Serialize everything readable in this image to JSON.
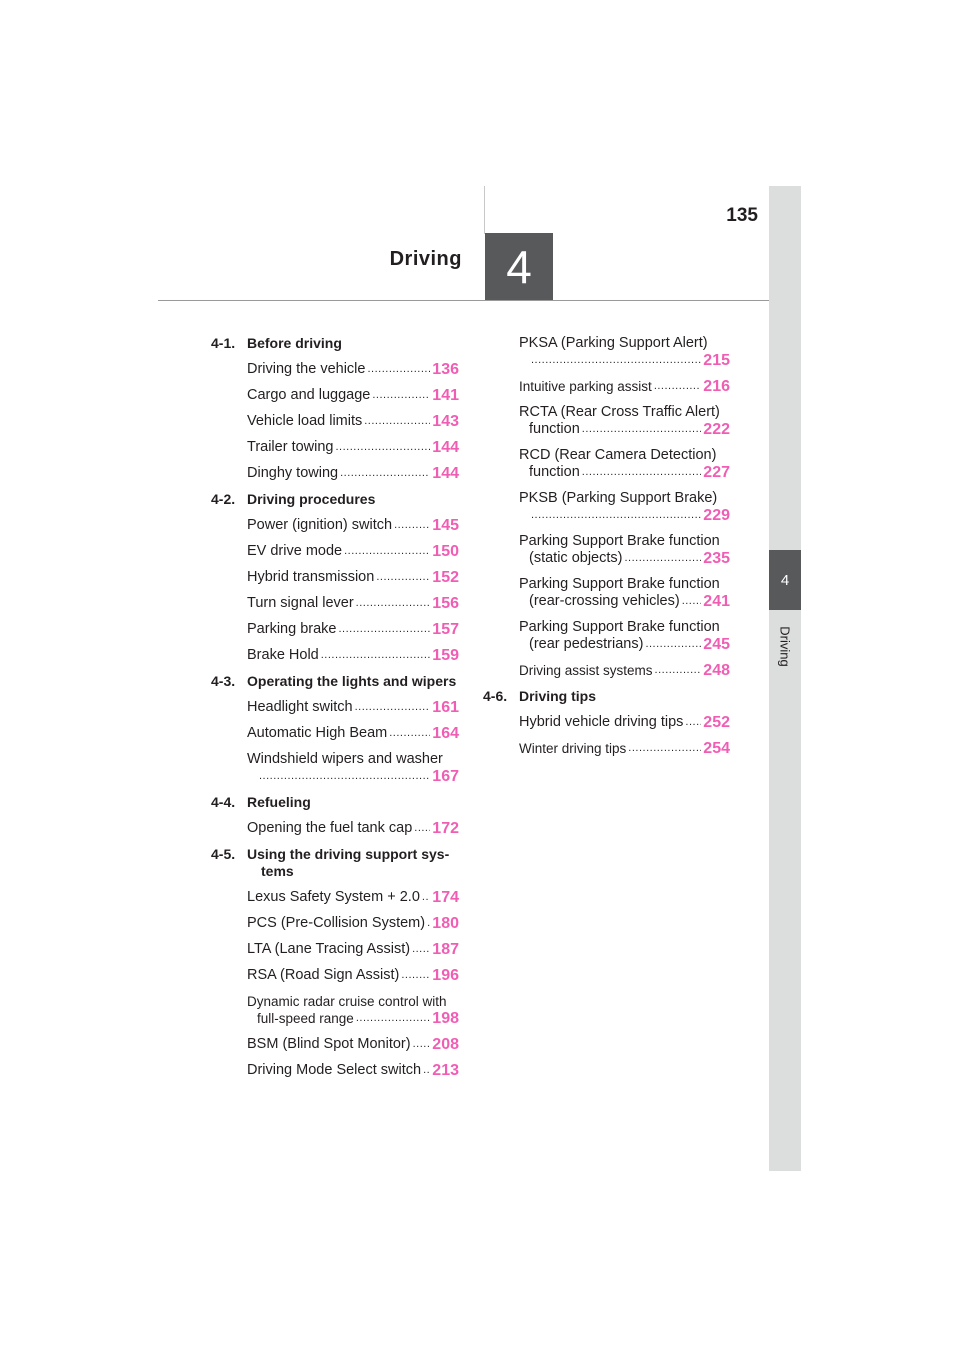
{
  "page": {
    "number": "135"
  },
  "chapter": {
    "number": "4",
    "title": "Driving"
  },
  "side_tab": {
    "number": "4",
    "label": "Driving"
  },
  "toc": {
    "s1": {
      "num": "4-1.",
      "title": "Before driving",
      "e1": {
        "text": "Driving the vehicle",
        "page": "136"
      },
      "e2": {
        "text": "Cargo and luggage",
        "page": "141"
      },
      "e3": {
        "text": "Vehicle load limits",
        "page": "143"
      },
      "e4": {
        "text": "Trailer towing",
        "page": "144"
      },
      "e5": {
        "text": "Dinghy towing",
        "page": "144"
      }
    },
    "s2": {
      "num": "4-2.",
      "title": "Driving procedures",
      "e1": {
        "text": "Power (ignition) switch",
        "page": "145"
      },
      "e2": {
        "text": "EV drive mode",
        "page": "150"
      },
      "e3": {
        "text": "Hybrid transmission",
        "page": "152"
      },
      "e4": {
        "text": "Turn signal lever",
        "page": "156"
      },
      "e5": {
        "text": "Parking brake",
        "page": "157"
      },
      "e6": {
        "text": "Brake Hold",
        "page": "159"
      }
    },
    "s3": {
      "num": "4-3.",
      "title": "Operating the lights and wipers",
      "e1": {
        "text": "Headlight switch",
        "page": "161"
      },
      "e2": {
        "text": "Automatic High Beam",
        "page": "164"
      },
      "e3": {
        "text": "Windshield wipers and washer",
        "page": "167"
      }
    },
    "s4": {
      "num": "4-4.",
      "title": "Refueling",
      "e1": {
        "text": "Opening the fuel tank cap",
        "page": "172"
      }
    },
    "s5": {
      "num": "4-5.",
      "title1": "Using the driving support sys-",
      "title2": "tems",
      "e1": {
        "text": "Lexus Safety System + 2.0",
        "page": "174"
      },
      "e2": {
        "text": "PCS (Pre-Collision System)",
        "page": "180"
      },
      "e3": {
        "text": "LTA (Lane Tracing Assist)",
        "page": "187"
      },
      "e4": {
        "text": "RSA (Road Sign Assist)",
        "page": "196"
      },
      "e5": {
        "text1": "Dynamic radar cruise control with",
        "text2": "full-speed range",
        "page": "198"
      },
      "e6": {
        "text": "BSM (Blind Spot Monitor)",
        "page": "208"
      },
      "e7": {
        "text": "Driving Mode Select switch",
        "page": "213"
      },
      "e8": {
        "text": "PKSA (Parking Support Alert)",
        "page": "215"
      },
      "e9": {
        "text": "Intuitive parking assist",
        "page": "216"
      },
      "e10": {
        "text1": "RCTA (Rear Cross Traffic Alert)",
        "text2": "function",
        "page": "222"
      },
      "e11": {
        "text1": "RCD (Rear Camera Detection)",
        "text2": "function",
        "page": "227"
      },
      "e12": {
        "text": "PKSB (Parking Support Brake)",
        "page": "229"
      },
      "e13": {
        "text1": "Parking Support Brake function",
        "text2": "(static objects)",
        "page": "235"
      },
      "e14": {
        "text1": "Parking Support Brake function",
        "text2": "(rear-crossing vehicles)",
        "page": "241"
      },
      "e15": {
        "text1": "Parking Support Brake function",
        "text2": "(rear pedestrians)",
        "page": "245"
      },
      "e16": {
        "text": "Driving assist systems",
        "page": "248"
      }
    },
    "s6": {
      "num": "4-6.",
      "title": "Driving tips",
      "e1": {
        "text": "Hybrid vehicle driving tips",
        "page": "252"
      },
      "e2": {
        "text": "Winter driving tips",
        "page": "254"
      }
    }
  },
  "colors": {
    "page_link": "#f05eb4",
    "tab_dark": "#58595b",
    "tab_light": "#dcdddd"
  }
}
